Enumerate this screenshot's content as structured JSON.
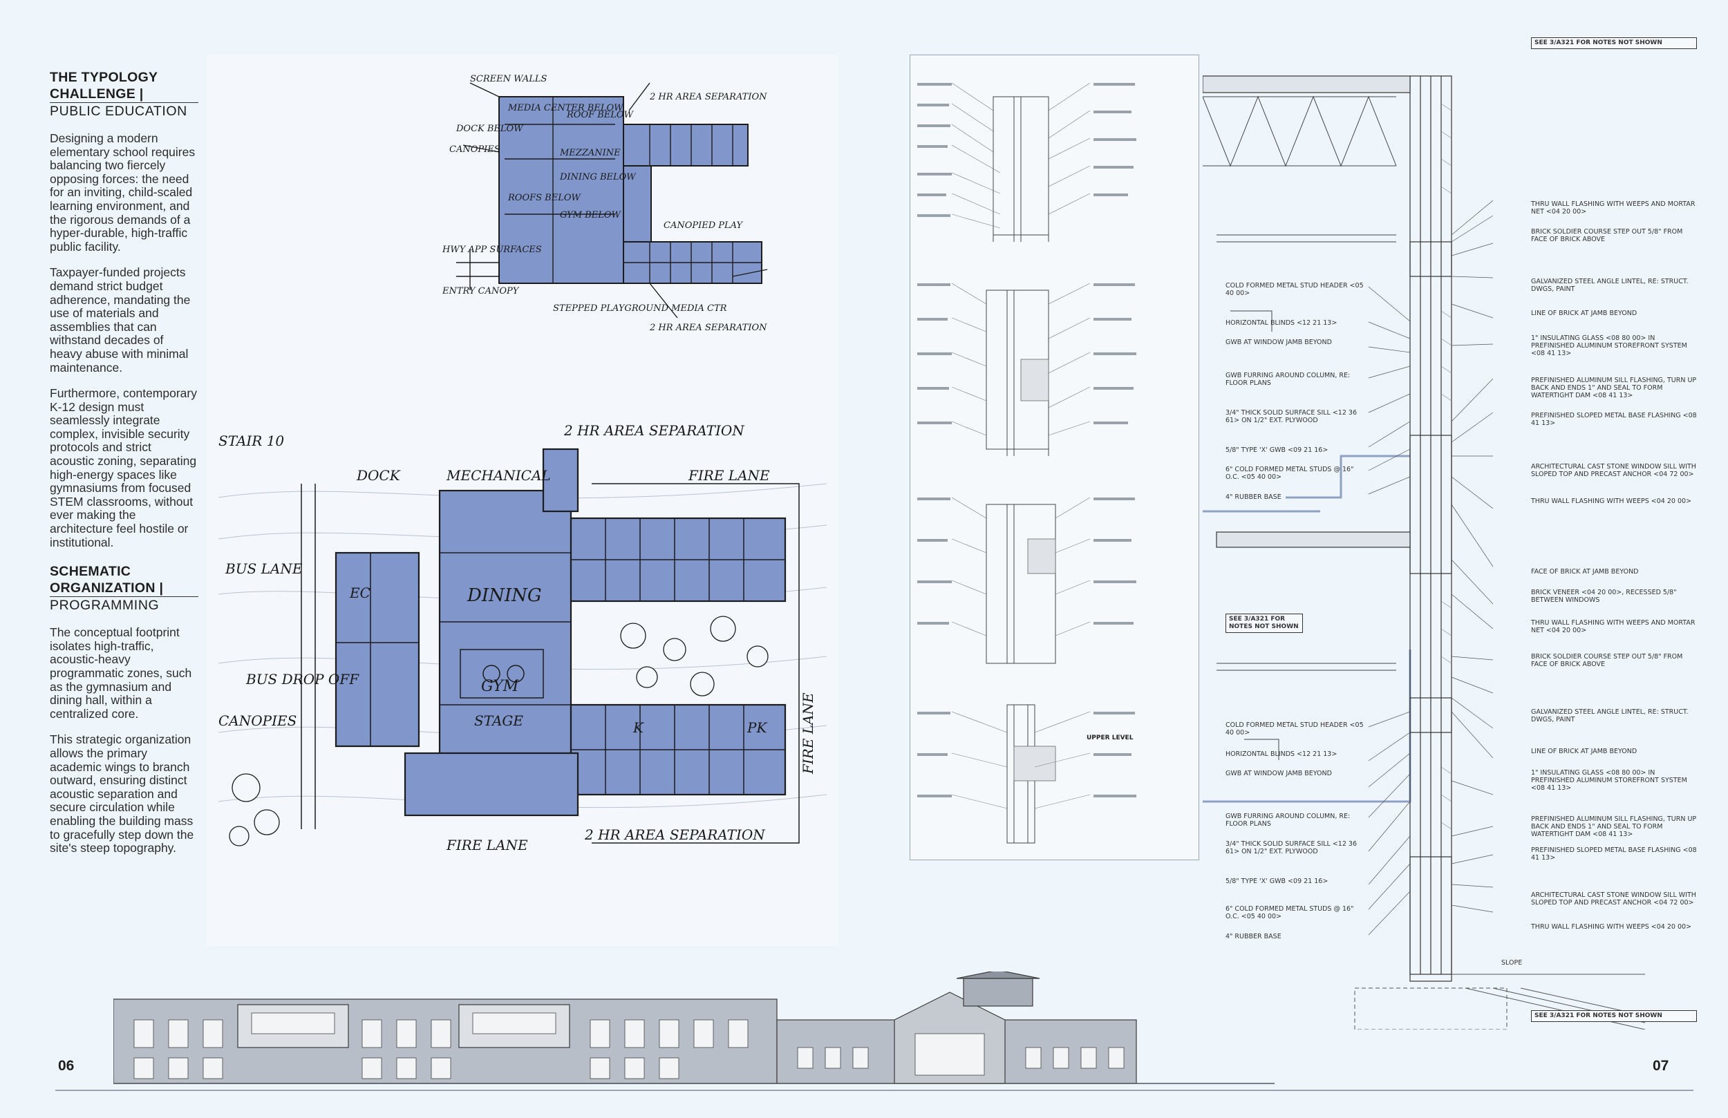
{
  "left_column": {
    "heading1": {
      "title": "THE TYPOLOGY CHALLENGE |",
      "title_line1": "THE TYPOLOGY",
      "title_line2": "CHALLENGE |",
      "sub": "PUBLIC EDUCATION"
    },
    "p1": "Designing a modern elementary school requires balancing two fiercely opposing forces: the need for an inviting, child-scaled learning environment, and the rigorous demands of a hyper-durable, high-traffic public facility.",
    "p2": "Taxpayer-funded projects demand strict budget adherence, mandating the use of materials and assemblies that can withstand decades of heavy abuse with minimal maintenance.",
    "p3": "Furthermore, contemporary K-12 design must seamlessly integrate complex, invisible security protocols and strict acoustic zoning, separating high-energy spaces like gymnasiums from focused STEM classrooms, without ever making the architecture feel hostile or institutional.",
    "heading2": {
      "title_line1": "SCHEMATIC",
      "title_line2": "ORGANIZATION |",
      "sub": "PROGRAMMING"
    },
    "p4": "The conceptual footprint isolates high-traffic, acoustic-heavy programmatic zones, such as the gymnasium and dining hall, within a centralized core.",
    "p5": "This strategic organization allows the primary academic wings to branch outward, ensuring distinct acoustic separation and secure circulation while enabling the building mass to gracefully step down the site's steep topography."
  },
  "page_numbers": {
    "left": "06",
    "right": "07"
  },
  "sketch_top_labels": {
    "screen_walls": "SCREEN WALLS",
    "area_sep": "2 HR AREA SEPARATION",
    "media_center_below": "MEDIA CENTER BELOW",
    "roof_below": "ROOF BELOW",
    "dock_below": "DOCK BELOW",
    "canopies": "CANOPIES",
    "mezzanine": "MEZZANINE",
    "dining_below": "DINING BELOW",
    "roofs_below": "ROOFS BELOW",
    "gym_below": "GYM BELOW",
    "canopied_play": "CANOPIED PLAY",
    "hwy_app": "HWY APP SURFACES",
    "entry_canopy": "ENTRY CANOPY",
    "stepped": "STEPPED PLAYGROUND MEDIA CTR",
    "area_sep2": "2 HR AREA SEPARATION"
  },
  "sketch_bottom_labels": {
    "area_sep": "2 HR AREA SEPARATION",
    "stair": "STAIR 10",
    "mech": "MECHANICAL",
    "dock": "DOCK",
    "fire_lane_top": "FIRE LANE",
    "fire_lane_right": "FIRE LANE",
    "fire_lane_bottom": "FIRE LANE",
    "bus_lane": "BUS LANE",
    "bus_drop": "BUS DROP OFF",
    "canopies": "CANOPIES",
    "dining": "DINING",
    "gym": "GYM",
    "stage": "STAGE",
    "k": "K",
    "pk": "PK",
    "ec": "EC",
    "area_sep_bottom": "2 HR AREA SEPARATION"
  },
  "wall_section_notes_right": [
    "SEE 3/A321 FOR NOTES NOT SHOWN",
    "THRU WALL FLASHING WITH WEEPS AND MORTAR NET <04 20 00>",
    "BRICK SOLDIER COURSE STEP OUT 5/8\" FROM FACE OF BRICK ABOVE",
    "GALVANIZED STEEL ANGLE LINTEL, RE: STRUCT. DWGS, PAINT",
    "LINE OF BRICK AT JAMB BEYOND",
    "1\" INSULATING GLASS <08 80 00> IN PREFINISHED ALUMINUM STOREFRONT SYSTEM <08 41 13>",
    "PREFINISHED ALUMINUM SILL FLASHING, TURN UP BACK AND ENDS 1\" AND SEAL TO FORM WATERTIGHT DAM <08 41 13>",
    "PREFINISHED SLOPED METAL BASE FLASHING <08 41 13>",
    "ARCHITECTURAL CAST STONE WINDOW SILL WITH SLOPED TOP AND PRECAST ANCHOR <04 72 00>",
    "THRU WALL FLASHING WITH WEEPS <04 20 00>",
    "FACE OF BRICK AT JAMB BEYOND",
    "BRICK VENEER <04 20 00>, RECESSED 5/8\" BETWEEN WINDOWS",
    "THRU WALL FLASHING WITH WEEPS AND MORTAR NET <04 20 00>",
    "BRICK SOLDIER COURSE STEP OUT 5/8\" FROM FACE OF BRICK ABOVE",
    "GALVANIZED STEEL ANGLE LINTEL, RE: STRUCT. DWGS, PAINT",
    "LINE OF BRICK AT JAMB BEYOND",
    "1\" INSULATING GLASS <08 80 00> IN PREFINISHED ALUMINUM STOREFRONT SYSTEM <08 41 13>",
    "PREFINISHED ALUMINUM SILL FLASHING, TURN UP BACK AND ENDS 1\" AND SEAL TO FORM WATERTIGHT DAM <08 41 13>",
    "PREFINISHED SLOPED METAL BASE FLASHING <08 41 13>",
    "ARCHITECTURAL CAST STONE WINDOW SILL WITH SLOPED TOP AND PRECAST ANCHOR <04 72 00>",
    "THRU WALL FLASHING WITH WEEPS <04 20 00>",
    "SLOPE",
    "SEE 3/A321 FOR NOTES NOT SHOWN"
  ],
  "wall_section_notes_left": [
    "COLD FORMED METAL STUD HEADER <05 40 00>",
    "HORIZONTAL BLINDS <12 21 13>",
    "GWB AT WINDOW JAMB BEYOND",
    "GWB FURRING AROUND COLUMN, RE: FLOOR PLANS",
    "3/4\" THICK SOLID SURFACE SILL <12 36 61> ON 1/2\" EXT. PLYWOOD",
    "5/8\" TYPE 'X' GWB <09 21 16>",
    "6\" COLD FORMED METAL STUDS @ 16\" O.C. <05 40 00>",
    "4\" RUBBER BASE",
    "SEE 3/A321 FOR NOTES NOT SHOWN",
    "COLD FORMED METAL STUD HEADER <05 40 00>",
    "HORIZONTAL BLINDS <12 21 13>",
    "GWB AT WINDOW JAMB BEYOND",
    "GWB FURRING AROUND COLUMN, RE: FLOOR PLANS",
    "3/4\" THICK SOLID SURFACE SILL <12 36 61> ON 1/2\" EXT. PLYWOOD",
    "5/8\" TYPE 'X' GWB <09 21 16>",
    "6\" COLD FORMED METAL STUDS @ 16\" O.C. <05 40 00>",
    "4\" RUBBER BASE"
  ],
  "detail_sheet": {
    "upper_level": "UPPER LEVEL"
  },
  "colors": {
    "accent_blue": "#7d93c7",
    "ink": "#1c1c1c",
    "background": "#eef5fb"
  }
}
